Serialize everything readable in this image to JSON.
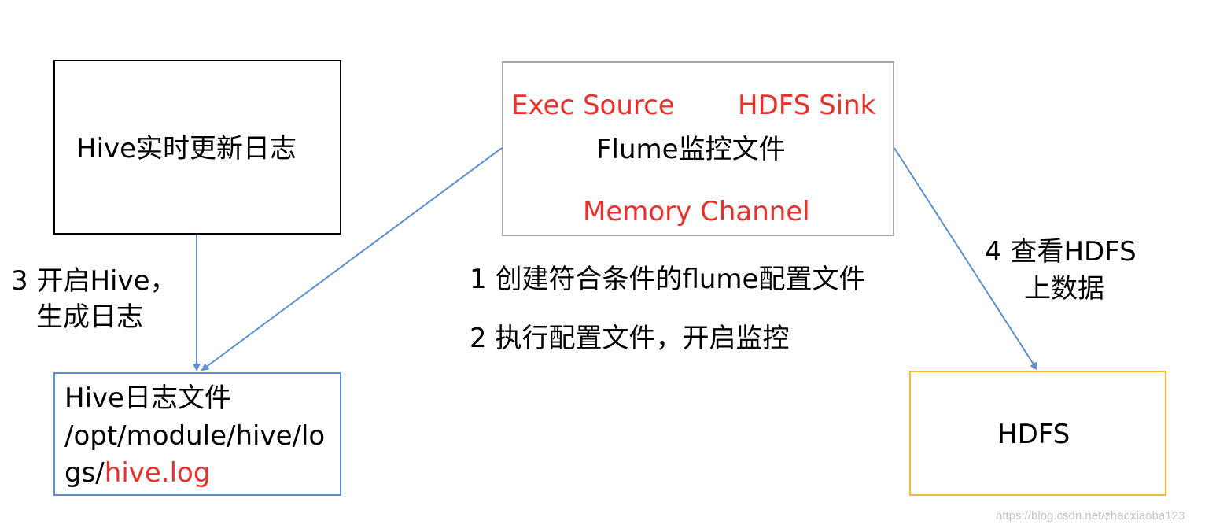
{
  "boxes": {
    "hive_update": "Hive实时更新日志",
    "flume": {
      "source": "Exec Source",
      "sink": "HDFS Sink",
      "title": "Flume监控文件",
      "channel": "Memory Channel"
    },
    "hive_log": {
      "line1": "Hive日志文件",
      "line2": "/opt/module/hive/lo",
      "line3_prefix": "gs/",
      "line3_highlight": "hive.log"
    },
    "hdfs": "HDFS"
  },
  "steps": {
    "step1": "1 创建符合条件的flume配置文件",
    "step2": "2 执行配置文件，开启监控",
    "step3_line1": "3 开启Hive，",
    "step3_line2": "生成日志",
    "step4_line1": "4 查看HDFS",
    "step4_line2": "上数据"
  },
  "watermark": "https://blog.csdn.net/zhaoxiaoba123",
  "colors": {
    "highlight_red": "#e8312a",
    "arrow_blue": "#5b8fd0",
    "hive_log_border": "#5b8fd0",
    "hdfs_border": "#f5b83a",
    "flume_border": "#a6a6a6",
    "hive_update_border": "#000000"
  }
}
